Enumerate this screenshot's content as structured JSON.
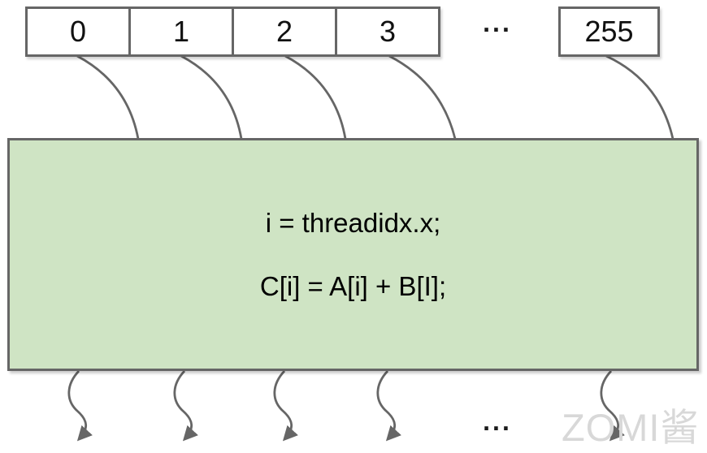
{
  "diagram": {
    "title_hint": "CUDA thread block mapping: each thread index executes the kernel body",
    "thread_ids": [
      "0",
      "1",
      "2",
      "3"
    ],
    "thread_id_last": "255",
    "ellipsis_top": "...",
    "ellipsis_bottom": "...",
    "kernel_code_line1": "i = threadidx.x;",
    "kernel_code_line2": "C[i] = A[i] + B[I];"
  },
  "watermark": "ZOMI酱",
  "colors": {
    "kernel_box_fill": "#cfe4c4",
    "stroke": "#666666",
    "cell_fill": "#ffffff",
    "text": "#000000",
    "watermark": "#d8d8d8"
  }
}
